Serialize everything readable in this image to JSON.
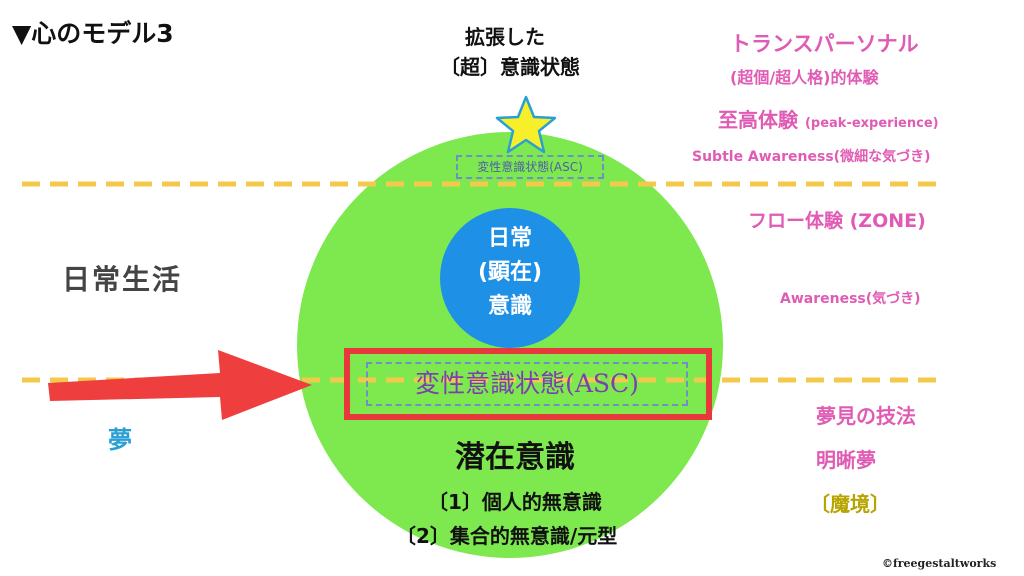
{
  "title": "▼心のモデル3",
  "top": {
    "line1": "拡張した",
    "line2": "〔超〕意識状態"
  },
  "left": {
    "daily_life": "日常生活",
    "dream": "夢"
  },
  "center": {
    "asc_small": "変性意識状態(ASC)",
    "conscious": [
      "日常",
      "(顕在)",
      "意識"
    ],
    "asc_big": "変性意識状態(ASC)",
    "subconscious": "潜在意識",
    "sub_items": [
      "〔1〕個人的無意識",
      "〔2〕集合的無意識/元型"
    ]
  },
  "right": {
    "transpersonal": "トランスパーソナル",
    "transpersonal_sub": "(超個/超人格)的体験",
    "peak": "至高体験",
    "peak_en": "(peak-experience)",
    "subtle": "Subtle Awareness(微細な気づき)",
    "flow": "フロー体験 (ZONE)",
    "awareness": "Awareness(気づき)",
    "dream_tech": "夢見の技法",
    "lucid": "明晰夢",
    "makyo": "〔魔境〕"
  },
  "copyright": "©freegestaltworks",
  "colors": {
    "big_circle": "#7ee84f",
    "inner_circle": "#1e90e6",
    "dashed_line": "#f4c84a",
    "arrow": "#ee3e3e",
    "star_fill": "#f6ef2a",
    "star_stroke": "#2a9fd6",
    "accent_pink": "#e05cb4"
  }
}
